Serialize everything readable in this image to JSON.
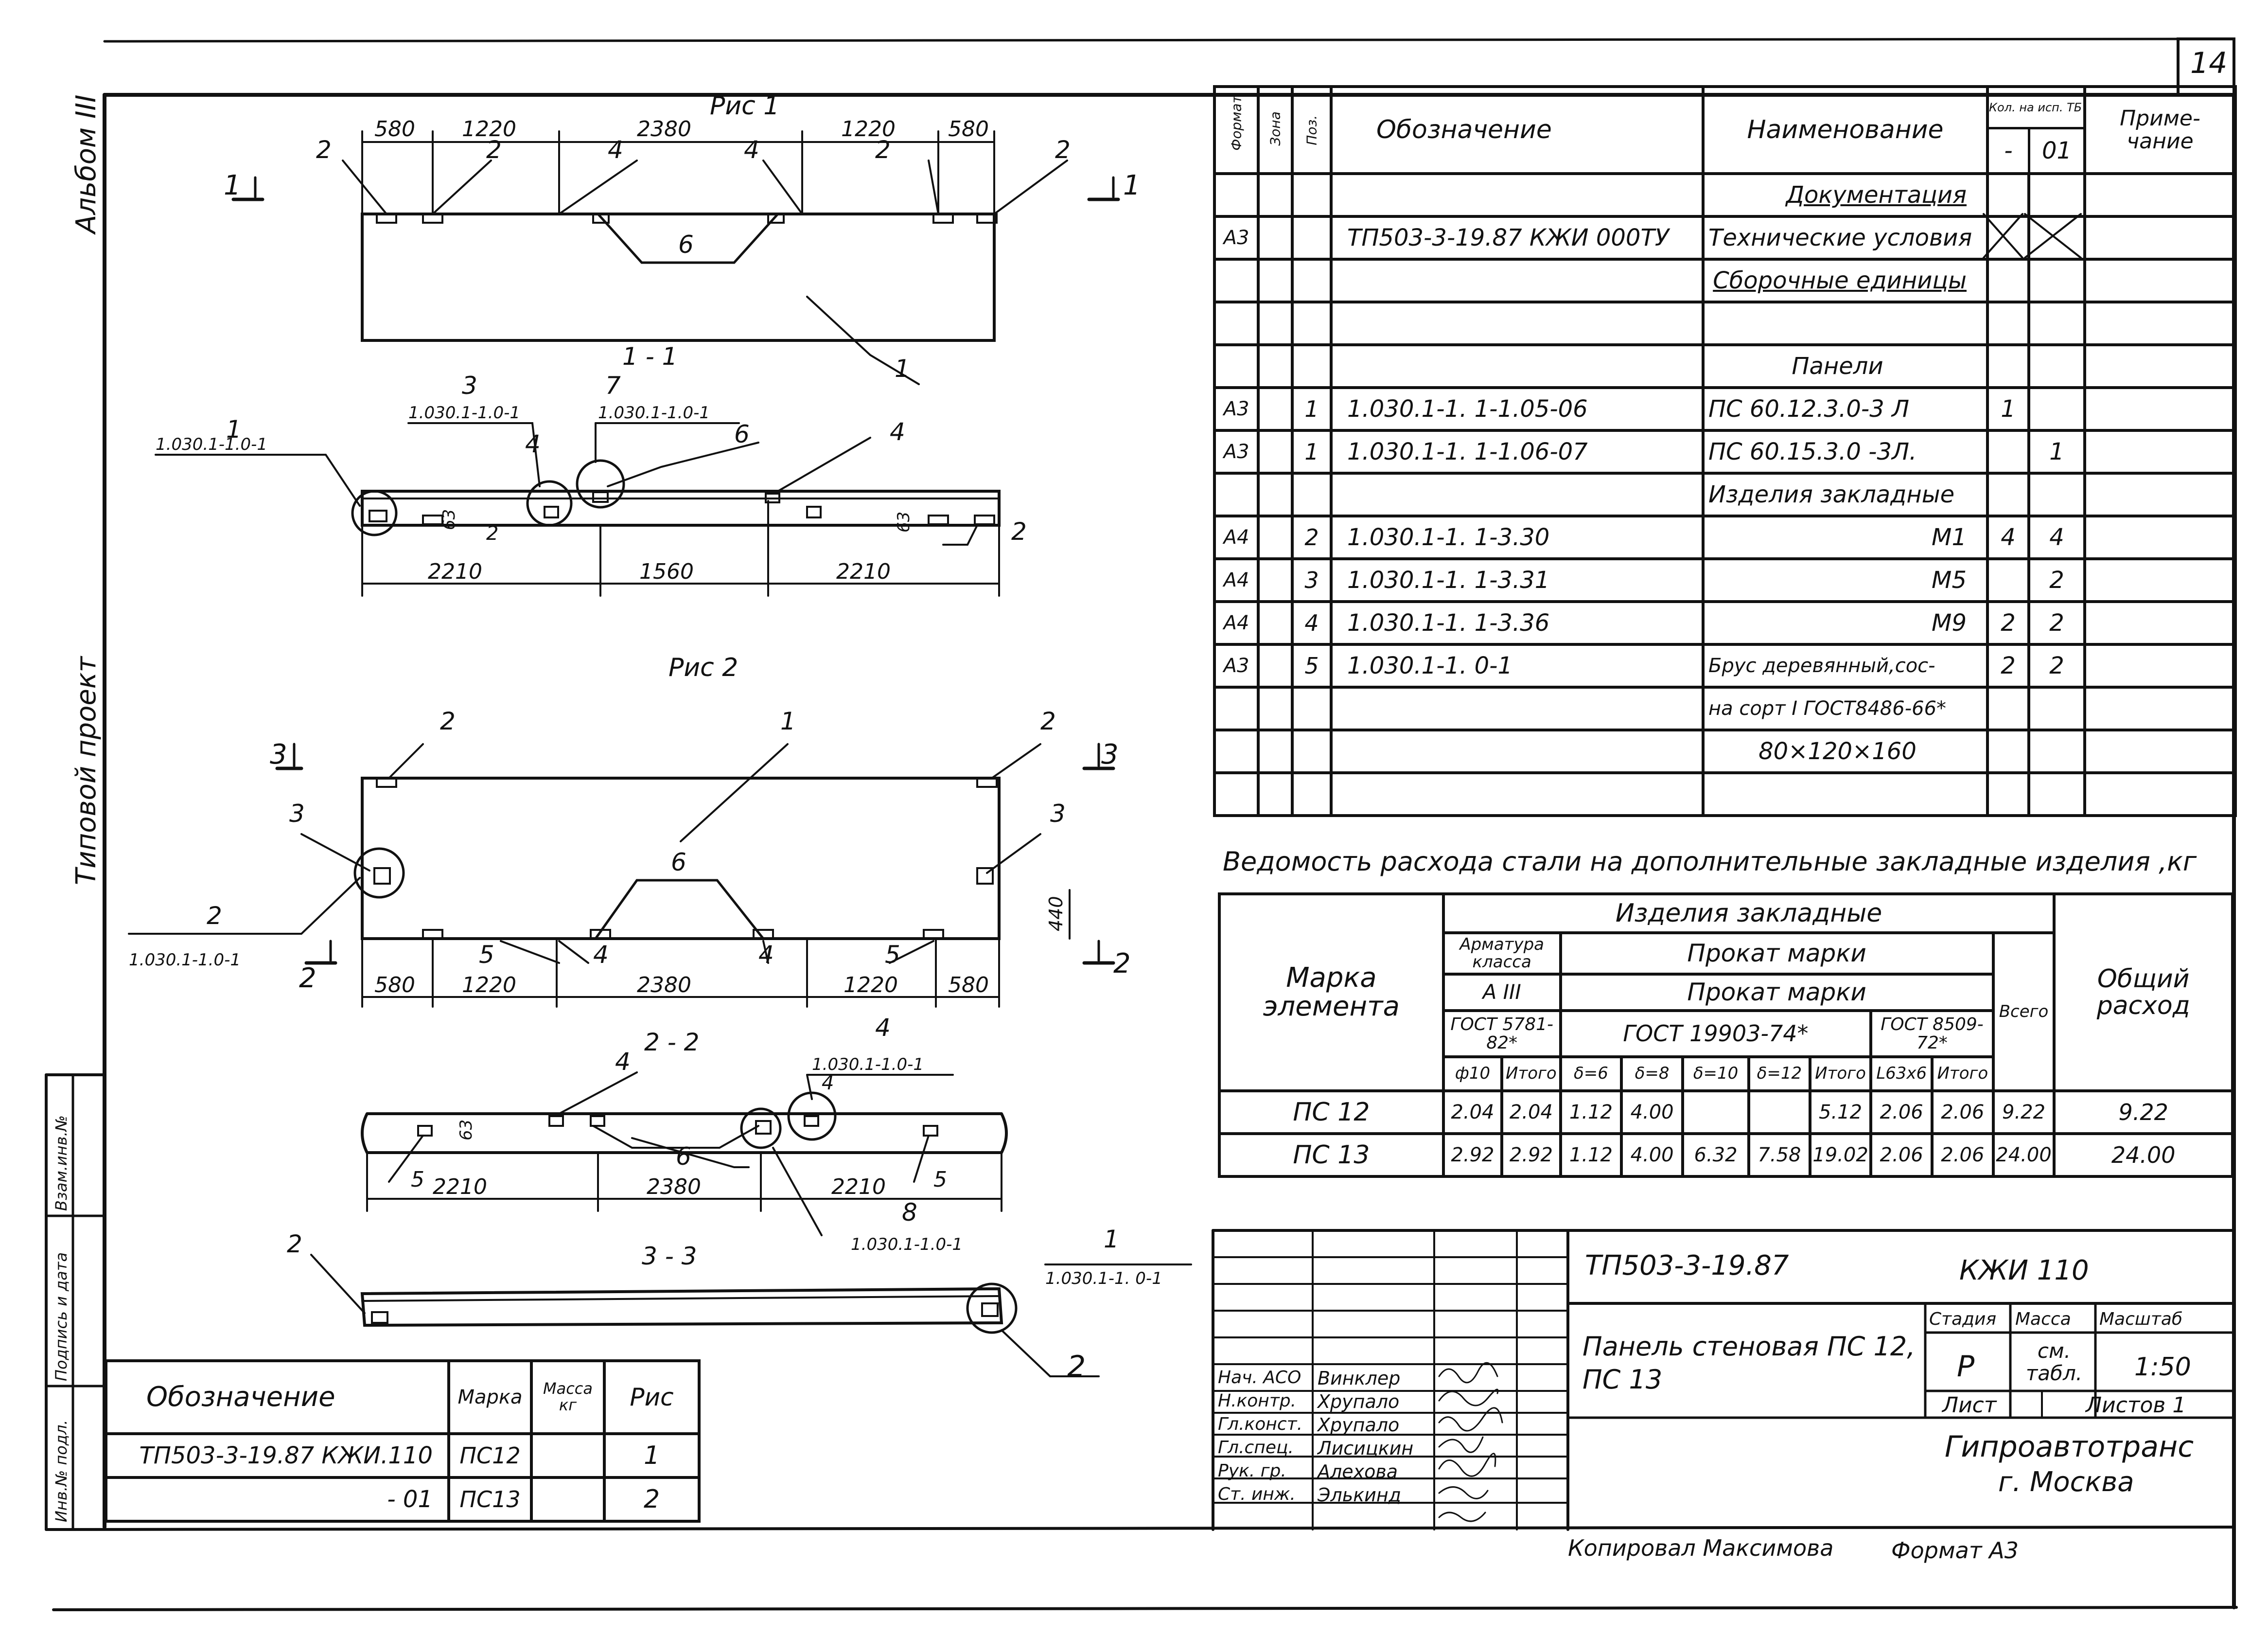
{
  "sheet": {
    "number": "14",
    "side_album": "Альбом III",
    "side_project": "Типовой проект",
    "side_stamp": [
      "Инв.№ подл.",
      "Подпись и дата",
      "Взам.инв.№"
    ]
  },
  "drawing": {
    "fig1": "Рис 1",
    "fig2": "Рис 2",
    "sec11": "1 - 1",
    "sec22": "2 - 2",
    "sec33": "3 - 3",
    "cut1": "1",
    "cut2": "2",
    "cut3": "3",
    "pos": {
      "p1": "1",
      "p2": "2",
      "p3": "3",
      "p4": "4",
      "p5": "5",
      "p6": "6",
      "p7": "7",
      "p8": "8"
    },
    "dims": {
      "d580": "580",
      "d1220": "1220",
      "d2380": "2380",
      "d2210": "2210",
      "d1560": "1560",
      "d440": "440",
      "d63": "63"
    },
    "refs": {
      "r_a": "1.030.1-1.0-1",
      "r_b": "1.030.1-1.0-1",
      "r_c": "1.030.1-1.0-1",
      "r_d": "1.030.1-1.0-1",
      "r_e": "1.030.1-1.0-1",
      "r_f": "1.030.1-1.0-1",
      "r_g": "1.030.1-1. 0-1"
    }
  },
  "spec": {
    "headers": {
      "format": "Формат",
      "zone": "Зона",
      "pos": "Поз.",
      "designation": "Обозначение",
      "name": "Наименование",
      "qty_title": "Кол. на исп. ТБ   КЖИ.110",
      "qty_a": "-",
      "qty_b": "01",
      "note": "Приме-чание"
    },
    "rows": [
      {
        "f": "",
        "p": "",
        "d": "",
        "n": "Документация",
        "q1": "",
        "q2": "",
        "u": true
      },
      {
        "f": "А3",
        "p": "",
        "d": "ТП503-3-19.87      КЖИ 000ТУ",
        "n": "Технические условия",
        "q1": "",
        "q2": "",
        "x": true
      },
      {
        "f": "",
        "p": "",
        "d": "",
        "n": "Сборочные единицы",
        "q1": "",
        "q2": "",
        "u": true
      },
      {
        "f": "",
        "p": "",
        "d": "",
        "n": "",
        "q1": "",
        "q2": ""
      },
      {
        "f": "",
        "p": "",
        "d": "",
        "n": "Панели",
        "q1": "",
        "q2": "",
        "c": true
      },
      {
        "f": "А3",
        "p": "1",
        "d": "1.030.1-1. 1-1.05-06",
        "n": "ПС 60.12.3.0-3 Л",
        "q1": "1",
        "q2": ""
      },
      {
        "f": "А3",
        "p": "1",
        "d": "1.030.1-1. 1-1.06-07",
        "n": "ПС 60.15.3.0 -3Л.",
        "q1": "",
        "q2": "1"
      },
      {
        "f": "",
        "p": "",
        "d": "",
        "n": "Изделия закладные",
        "q1": "",
        "q2": ""
      },
      {
        "f": "А4",
        "p": "2",
        "d": "1.030.1-1.  1-3.30",
        "n": "М1",
        "q1": "4",
        "q2": "4",
        "r": true
      },
      {
        "f": "А4",
        "p": "3",
        "d": "1.030.1-1.  1-3.31",
        "n": "М5",
        "q1": "",
        "q2": "2",
        "r": true
      },
      {
        "f": "А4",
        "p": "4",
        "d": "1.030.1-1.  1-3.36",
        "n": "М9",
        "q1": "2",
        "q2": "2",
        "r": true
      },
      {
        "f": "А3",
        "p": "5",
        "d": "1.030.1-1. 0-1",
        "n": "Брус деревянный,сос-",
        "q1": "2",
        "q2": "2"
      },
      {
        "f": "",
        "p": "",
        "d": "",
        "n": "на сорт I ГОСТ8486-66*",
        "q1": "",
        "q2": ""
      },
      {
        "f": "",
        "p": "",
        "d": "",
        "n": "80×120×160",
        "q1": "",
        "q2": "",
        "c": true
      },
      {
        "f": "",
        "p": "",
        "d": "",
        "n": "",
        "q1": "",
        "q2": ""
      }
    ]
  },
  "steel": {
    "title": "Ведомость расхода стали на дополнительные закладные изделия ,кг",
    "mark": "Марка элемента",
    "group": "Изделия закладные",
    "armatura": "Арматура класса",
    "prokat1": "Прокат марки",
    "prokat2": "Прокат марки",
    "aiii": "А III",
    "gost1": "ГОСТ 5781-82*",
    "gost2": "ГОСТ 19903-74*",
    "gost3": "ГОСТ 8509-72*",
    "vsego": "Всего",
    "total": "Общий расход",
    "cols": [
      "ф10",
      "Итого",
      "δ=6",
      "δ=8",
      "δ=10",
      "δ=12",
      "Итого",
      "L63х6",
      "Итого"
    ],
    "rows": [
      {
        "mark": "ПС 12",
        "v": [
          "2.04",
          "2.04",
          "1.12",
          "4.00",
          "",
          "",
          "5.12",
          "2.06",
          "2.06",
          "9.22",
          "9.22"
        ]
      },
      {
        "mark": "ПС 13",
        "v": [
          "2.92",
          "2.92",
          "1.12",
          "4.00",
          "6.32",
          "7.58",
          "19.02",
          "2.06",
          "2.06",
          "24.00",
          "24.00"
        ]
      }
    ]
  },
  "docs": {
    "h_designation": "Обозначение",
    "h_mark": "Марка",
    "h_mass": "Масса кг",
    "h_fig": "Рис",
    "rows": [
      {
        "d": "ТП503-3-19.87     КЖИ.110",
        "m": "ПС12",
        "mass": "",
        "fig": "1"
      },
      {
        "d": "- 01",
        "m": "ПС13",
        "mass": "",
        "fig": "2"
      }
    ]
  },
  "titleblock": {
    "code": "ТП503-3-19.87",
    "doc": "КЖИ 110",
    "name": "Панель стеновая ПС 12, ПС 13",
    "stage_h": "Стадия",
    "mass_h": "Масса",
    "scale_h": "Масштаб",
    "stage": "Р",
    "mass": "см. табл.",
    "scale": "1:50",
    "sheet_h": "Лист",
    "sheets_h": "Листов 1",
    "org1": "Гипроавтотранс",
    "org2": "г. Москва",
    "people": [
      {
        "role": "Нач. АСО",
        "name": "Винклер"
      },
      {
        "role": "Н.контр.",
        "name": "Хрупало"
      },
      {
        "role": "Гл.конст.",
        "name": "Хрупало"
      },
      {
        "role": "Гл.спец.",
        "name": "Лисицкин"
      },
      {
        "role": "Рук. гр.",
        "name": "Алехова"
      },
      {
        "role": "Ст. инж.",
        "name": "Элькинд"
      }
    ],
    "copied": "Копировал Максимова",
    "format": "Формат А3"
  }
}
